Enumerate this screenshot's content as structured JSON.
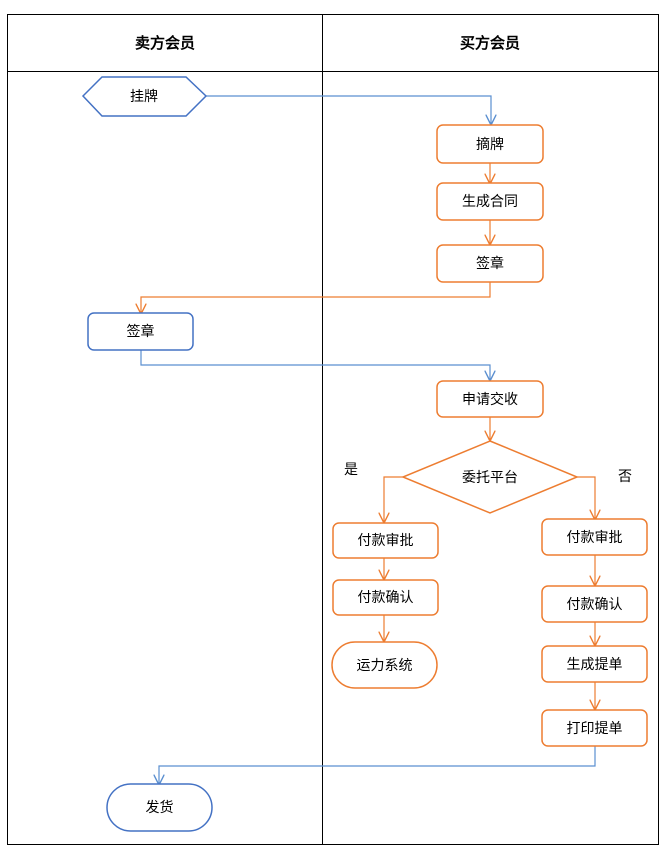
{
  "header": {
    "seller": "卖方会员",
    "buyer": "买方会员"
  },
  "nodes": {
    "list_listing": "挂牌",
    "pick_listing": "摘牌",
    "gen_contract": "生成合同",
    "buyer_sign": "签章",
    "seller_sign": "签章",
    "apply_delivery": "申请交收",
    "entrust_platform": "委托平台",
    "pay_approve_yes": "付款审批",
    "pay_confirm_yes": "付款确认",
    "logistics": "运力系统",
    "pay_approve_no": "付款审批",
    "pay_confirm_no": "付款确认",
    "gen_bill": "生成提单",
    "print_bill": "打印提单",
    "ship": "发货"
  },
  "branches": {
    "yes": "是",
    "no": "否"
  },
  "colors": {
    "orange": "#ED7D31",
    "blue": "#4472C4",
    "blue_line": "#5B8FD0"
  }
}
